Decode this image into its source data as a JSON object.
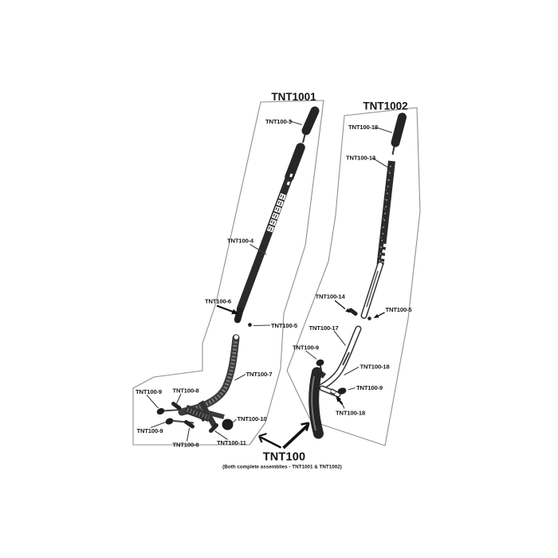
{
  "diagram": {
    "assembly_left": {
      "title": "TNT1001"
    },
    "assembly_right": {
      "title": "TNT1002"
    },
    "footer": {
      "title": "TNT100",
      "caption": "(Both complete assemblies - TNT1001 & TNT1002)"
    },
    "part_labels": {
      "tnt100_3": "TNT100-3",
      "tnt100_4": "TNT100-4",
      "tnt100_5": "TNT100-5",
      "tnt100_6": "TNT100-6",
      "tnt100_7": "TNT100-7",
      "tnt100_8": "TNT100-8",
      "tnt100_9": "TNT100-9",
      "tnt100_10": "TNT100-10",
      "tnt100_11": "TNT100-11",
      "tnt100_12": "TNT100-12",
      "tnt100_13": "TNT100-13",
      "tnt100_14": "TNT100-14",
      "tnt100_17": "TNT100-17",
      "tnt100_18": "TNT100-18"
    }
  },
  "colors": {
    "background": "#ffffff",
    "ink": "#1f1f1f",
    "boundary": "#8f8f8f",
    "label_text": "#141414"
  }
}
